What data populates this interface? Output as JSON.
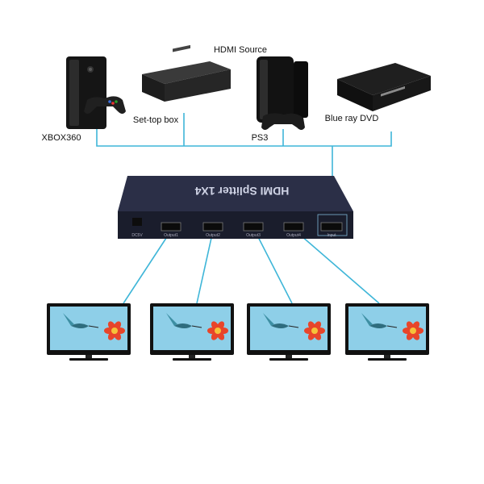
{
  "header": {
    "title": "HDMI Source"
  },
  "sources": [
    {
      "label": "XBOX360",
      "icon": "xbox360-console-icon"
    },
    {
      "label": "Set-top box",
      "icon": "set-top-box-icon"
    },
    {
      "label": "PS3",
      "icon": "ps3-console-icon"
    },
    {
      "label": "Blue ray DVD",
      "icon": "bluray-player-icon"
    }
  ],
  "splitter": {
    "title": "HDMI Splitter 1X4",
    "power_label": "DC5V",
    "input_label": "Input",
    "output_labels": [
      "Output1",
      "Output2",
      "Output3",
      "Output4"
    ]
  },
  "displays": [
    {
      "name": "tv-1"
    },
    {
      "name": "tv-2"
    },
    {
      "name": "tv-3"
    },
    {
      "name": "tv-4"
    }
  ],
  "colors": {
    "cable": "#3fb6d8",
    "device_body": "#1a1a1a",
    "splitter_body": "#20243a",
    "screen_sky": "#8ecfe8",
    "flower": "#e8452a"
  }
}
